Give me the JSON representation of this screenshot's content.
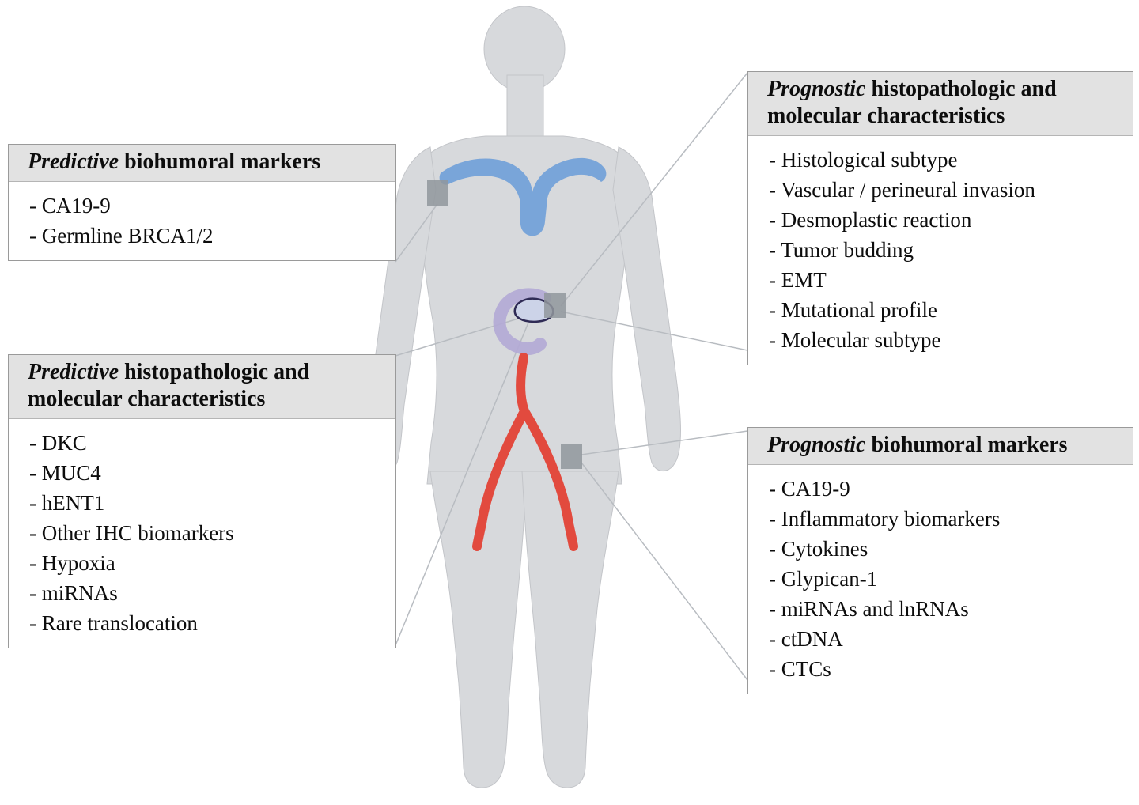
{
  "palette": {
    "body": "#d7d9dc",
    "body_outline": "#c3c5c9",
    "vein_blue": "#6f9fd8",
    "artery_red": "#e24a3e",
    "pancreas_purple": "#b3a8d5",
    "pancreas_fill": "#ccd3e8",
    "pancreas_outline": "#2f2b55",
    "marker_gray": "#90969c",
    "connector_gray": "#b8bcc1",
    "header_bg": "#e2e2e2",
    "box_border": "#9a9a9a",
    "text": "#0d0d0d"
  },
  "callouts": {
    "predictive_biohumoral": {
      "title_italic": "Predictive",
      "title_rest": " biohumoral markers",
      "items": [
        "- CA19-9",
        "- Germline BRCA1/2"
      ]
    },
    "prognostic_histopathologic": {
      "title_italic": "Prognostic",
      "title_rest": " histopathologic and molecular characteristics",
      "items": [
        "- Histological subtype",
        "- Vascular / perineural invasion",
        "- Desmoplastic reaction",
        "- Tumor budding",
        "- EMT",
        "- Mutational profile",
        "- Molecular subtype"
      ]
    },
    "predictive_histopathologic": {
      "title_italic": "Predictive",
      "title_rest": " histopathologic and molecular characteristics",
      "items": [
        "- DKC",
        "- MUC4",
        "- hENT1",
        "- Other IHC biomarkers",
        "- Hypoxia",
        "- miRNAs",
        "- Rare translocation"
      ]
    },
    "prognostic_biohumoral": {
      "title_italic": "Prognostic",
      "title_rest": " biohumoral markers",
      "items": [
        "- CA19-9",
        "- Inflammatory biomarkers",
        "- Cytokines",
        "- Glypican-1",
        "- miRNAs and lnRNAs",
        "- ctDNA",
        "- CTCs"
      ]
    }
  }
}
